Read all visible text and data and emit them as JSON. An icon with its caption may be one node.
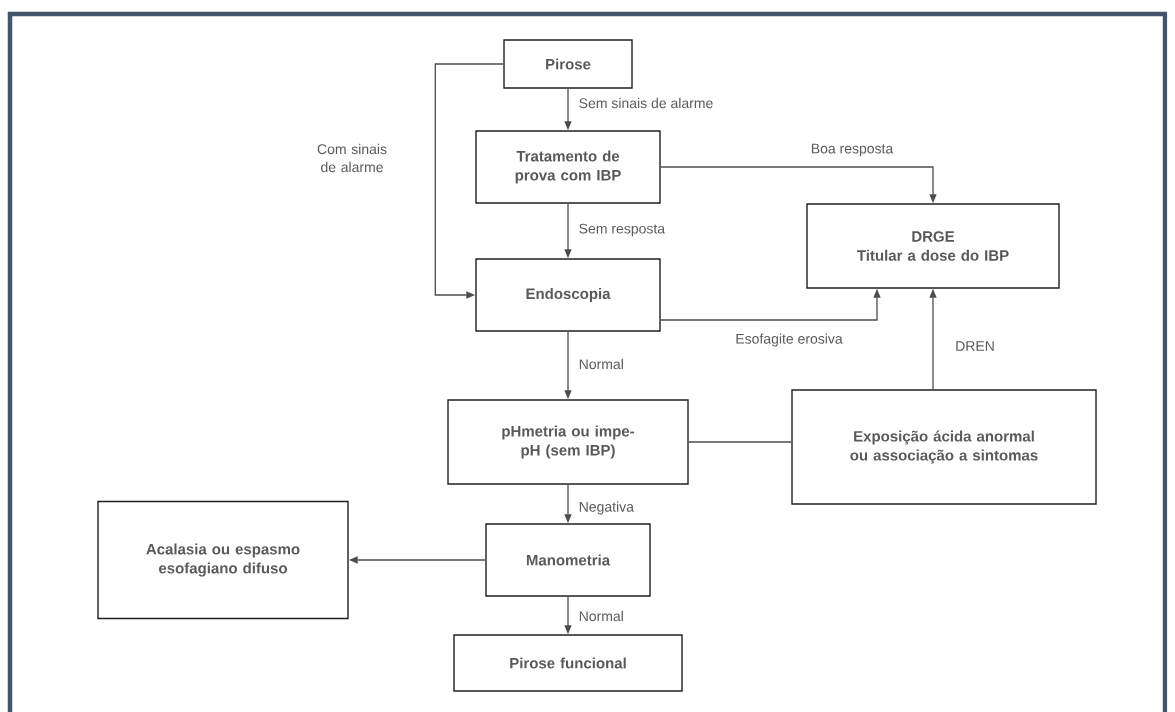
{
  "diagram": {
    "nodes": [
      {
        "text": [
          "Pirose"
        ]
      },
      {
        "text": [
          "Tratamento de prova com IBP"
        ]
      },
      {
        "text": [
          "DRGE",
          "Titular a dose do IBP"
        ]
      },
      {
        "text": [
          "Endoscopia"
        ]
      },
      {
        "text": [
          "pHmetria ou impe-pH (sem IBP)"
        ]
      },
      {
        "text": [
          "Exposição ácida anormal ou associação a sintomas"
        ]
      },
      {
        "text": [
          "Manometria"
        ]
      },
      {
        "text": [
          "Acalasia ou espasmo esofagiano difuso"
        ]
      },
      {
        "text": [
          "Pirose funcional"
        ]
      }
    ],
    "edges": [
      {
        "from": 0,
        "to": 1,
        "arrow": "to",
        "label": "Sem sinais de alarme"
      },
      {
        "from": 0,
        "to": 3,
        "arrow": "to",
        "label": "Com sinais de alarme"
      },
      {
        "from": 1,
        "to": 2,
        "arrow": "to",
        "label": "Boa resposta"
      },
      {
        "from": 1,
        "to": 3,
        "arrow": "to",
        "label": "Sem resposta"
      },
      {
        "from": 3,
        "to": 2,
        "arrow": "to",
        "label": "Esofagite erosiva"
      },
      {
        "from": 3,
        "to": 4,
        "arrow": "to",
        "label": "Normal"
      },
      {
        "from": 4,
        "to": 5,
        "arrow": "none"
      },
      {
        "from": 5,
        "to": 2,
        "arrow": "to",
        "label": "DREN"
      },
      {
        "from": 4,
        "to": 6,
        "arrow": "to",
        "label": "Negativa"
      },
      {
        "from": 6,
        "to": 7,
        "arrow": "to"
      },
      {
        "from": 6,
        "to": 8,
        "arrow": "to",
        "label": "Normal"
      }
    ]
  }
}
